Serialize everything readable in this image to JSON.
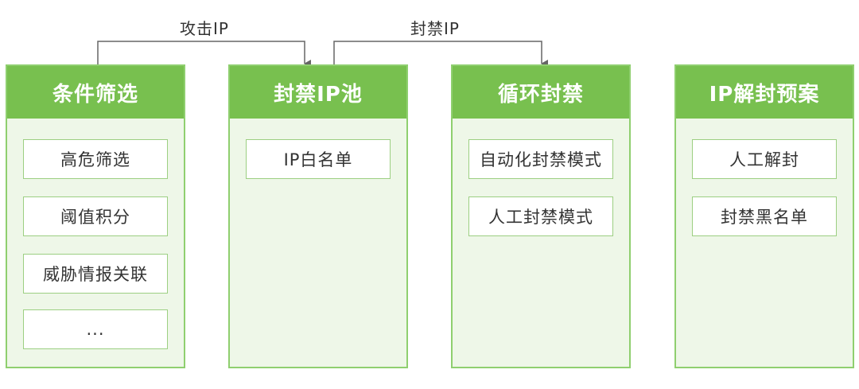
{
  "arrows": [
    {
      "label": "攻击IP"
    },
    {
      "label": "封禁IP"
    }
  ],
  "columns": [
    {
      "title": "条件筛选",
      "items": [
        "高危筛选",
        "阈值积分",
        "威胁情报关联",
        "..."
      ]
    },
    {
      "title": "封禁IP池",
      "items": [
        "IP白名单"
      ]
    },
    {
      "title": "循环封禁",
      "items": [
        "自动化封禁模式",
        "人工封禁模式"
      ]
    },
    {
      "title": "IP解封预案",
      "items": [
        "人工解封",
        "封禁黑名单"
      ]
    }
  ],
  "colors": {
    "header": "#78c04f",
    "column_border": "#8fcf6f",
    "column_bg": "#eef7e8",
    "arrow": "#666666"
  }
}
